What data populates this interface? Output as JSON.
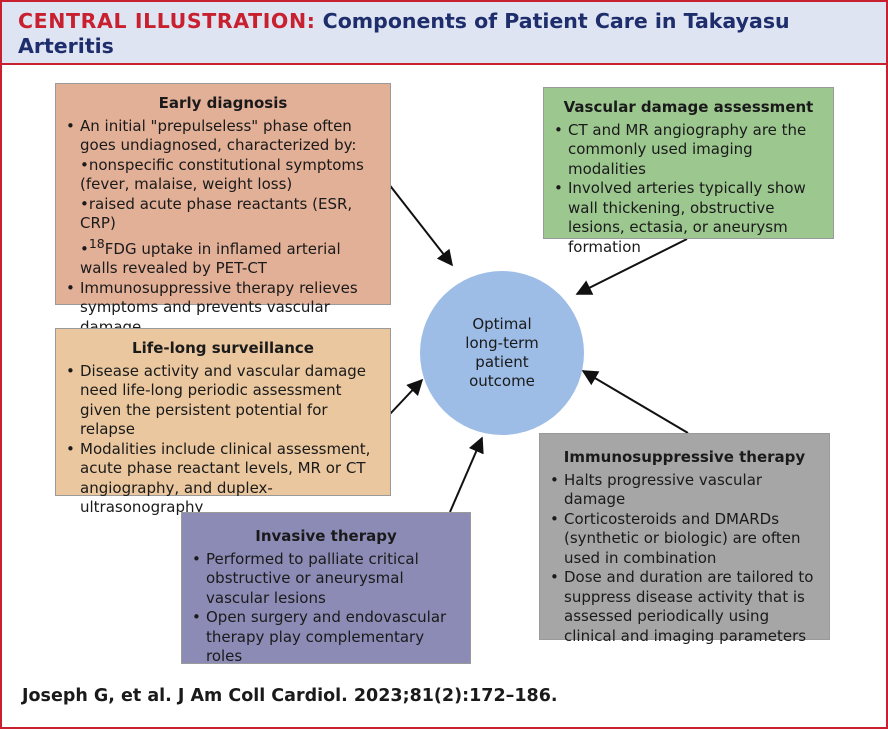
{
  "header": {
    "kicker": "CENTRAL ILLUSTRATION:",
    "title": "Components of Patient Care in Takayasu Arteritis"
  },
  "center": {
    "lines": [
      "Optimal",
      "long-term",
      "patient",
      "outcome"
    ]
  },
  "early_diagnosis": {
    "title": "Early diagnosis",
    "bullet1": "An initial \"prepulseless\" phase often goes undiagnosed, characterized by:",
    "sub1": "nonspecific constitutional symptoms (fever, malaise, weight loss)",
    "sub2": "raised acute phase reactants (ESR, CRP)",
    "sub3_sup": "18",
    "sub3": "FDG uptake in inflamed arterial walls revealed by PET-CT",
    "bullet2": "Immunosuppressive therapy relieves symptoms and prevents vascular damage"
  },
  "vascular_damage": {
    "title": "Vascular damage assessment",
    "bullets": [
      "CT and MR angiography are the commonly used imaging modalities",
      "Involved arteries typically show wall thickening, obstructive lesions, ectasia, or aneurysm formation"
    ]
  },
  "surveillance": {
    "title": "Life-long surveillance",
    "bullets": [
      "Disease activity and vascular damage need life-long periodic assessment given the persistent potential for relapse",
      "Modalities include clinical assessment, acute phase reactant levels, MR or CT angiography, and duplex-ultrasonography"
    ]
  },
  "immunosuppressive": {
    "title": "Immunosuppressive therapy",
    "bullets": [
      "Halts progressive vascular damage",
      "Corticosteroids and DMARDs (synthetic or biologic) are often used in combination",
      "Dose and duration are tailored to suppress disease activity that is assessed periodically using clinical and imaging parameters"
    ]
  },
  "invasive": {
    "title": "Invasive therapy",
    "bullets": [
      "Performed to palliate critical obstructive or aneurysmal vascular lesions",
      "Open surgery and endovascular therapy play complementary roles"
    ]
  },
  "citation": "Joseph G, et al. J Am Coll Cardiol. 2023;81(2):172–186.",
  "colors": {
    "accent_red": "#c8202f",
    "header_bg": "#dfe4f2",
    "title_navy": "#1e2d6b",
    "early_diagnosis_bg": "#e2af97",
    "vascular_bg": "#9cc78f",
    "surveillance_bg": "#eac79e",
    "immuno_bg": "#a6a6a6",
    "invasive_bg": "#8b8bb6",
    "center_bg": "#9dbde6"
  }
}
